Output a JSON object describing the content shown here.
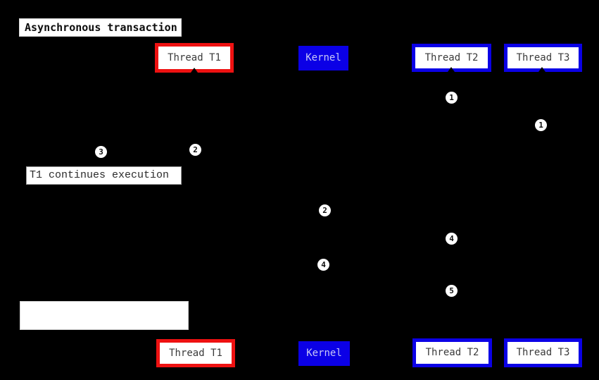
{
  "colors": {
    "background": "#000000",
    "red": "#ee1111",
    "blue": "#0b00e6",
    "kernel_text": "#c9c9f7",
    "label_text": "#3a3a3a"
  },
  "title": {
    "label": "Asynchronous transaction"
  },
  "participants": {
    "t1": {
      "label": "Thread T1"
    },
    "kernel": {
      "label": "Kernel"
    },
    "t2": {
      "label": "Thread T2"
    },
    "t3": {
      "label": "Thread T3"
    }
  },
  "notes": {
    "t1_continues": {
      "label": "T1 continues execution"
    }
  },
  "markers": [
    {
      "id": "step-1-thread-t2",
      "label": "1"
    },
    {
      "id": "step-1-thread-t3",
      "label": "1"
    },
    {
      "id": "step-3-thread-t1",
      "label": "3"
    },
    {
      "id": "step-2-thread-t1",
      "label": "2"
    },
    {
      "id": "step-2-kernel",
      "label": "2"
    },
    {
      "id": "step-4-thread-t2",
      "label": "4"
    },
    {
      "id": "step-4-kernel",
      "label": "4"
    },
    {
      "id": "step-5-thread-t2",
      "label": "5"
    }
  ]
}
